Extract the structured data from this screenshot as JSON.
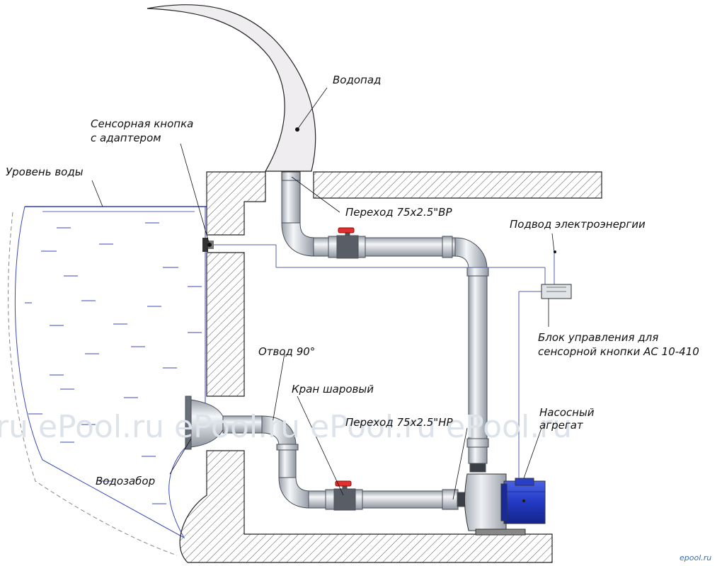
{
  "labels": {
    "waterfall": "Водопад",
    "sensor_button_1": "Сенсорная кнопка",
    "sensor_button_2": "с адаптером",
    "water_level": "Уровень воды",
    "adapter_top": "Переход 75х2.5\"ВР",
    "power_supply": "Подвод электроэнергии",
    "control_unit_1": "Блок управления для",
    "control_unit_2": "сенсорной кнопки АС 10-410",
    "elbow": "Отвод 90°",
    "ball_valve": "Кран шаровый",
    "adapter_bottom": "Переход 75х2.5\"НР",
    "pump_1": "Насосный",
    "pump_2": "агрегат",
    "intake": "Водозабор"
  },
  "watermark": {
    "text": ".ru     ePool.ru       ePool.ru       ePool.ru     ePool.ru",
    "logo": "epool.ru"
  },
  "colors": {
    "pipe": "#d8dde4",
    "pipe_edge": "#4a4f58",
    "wall_hatch": "#555555",
    "water_line": "#2a3ab0",
    "valve_handle": "#e03030",
    "pump_motor": "#2a3fc8",
    "cable": "#5060b0"
  }
}
